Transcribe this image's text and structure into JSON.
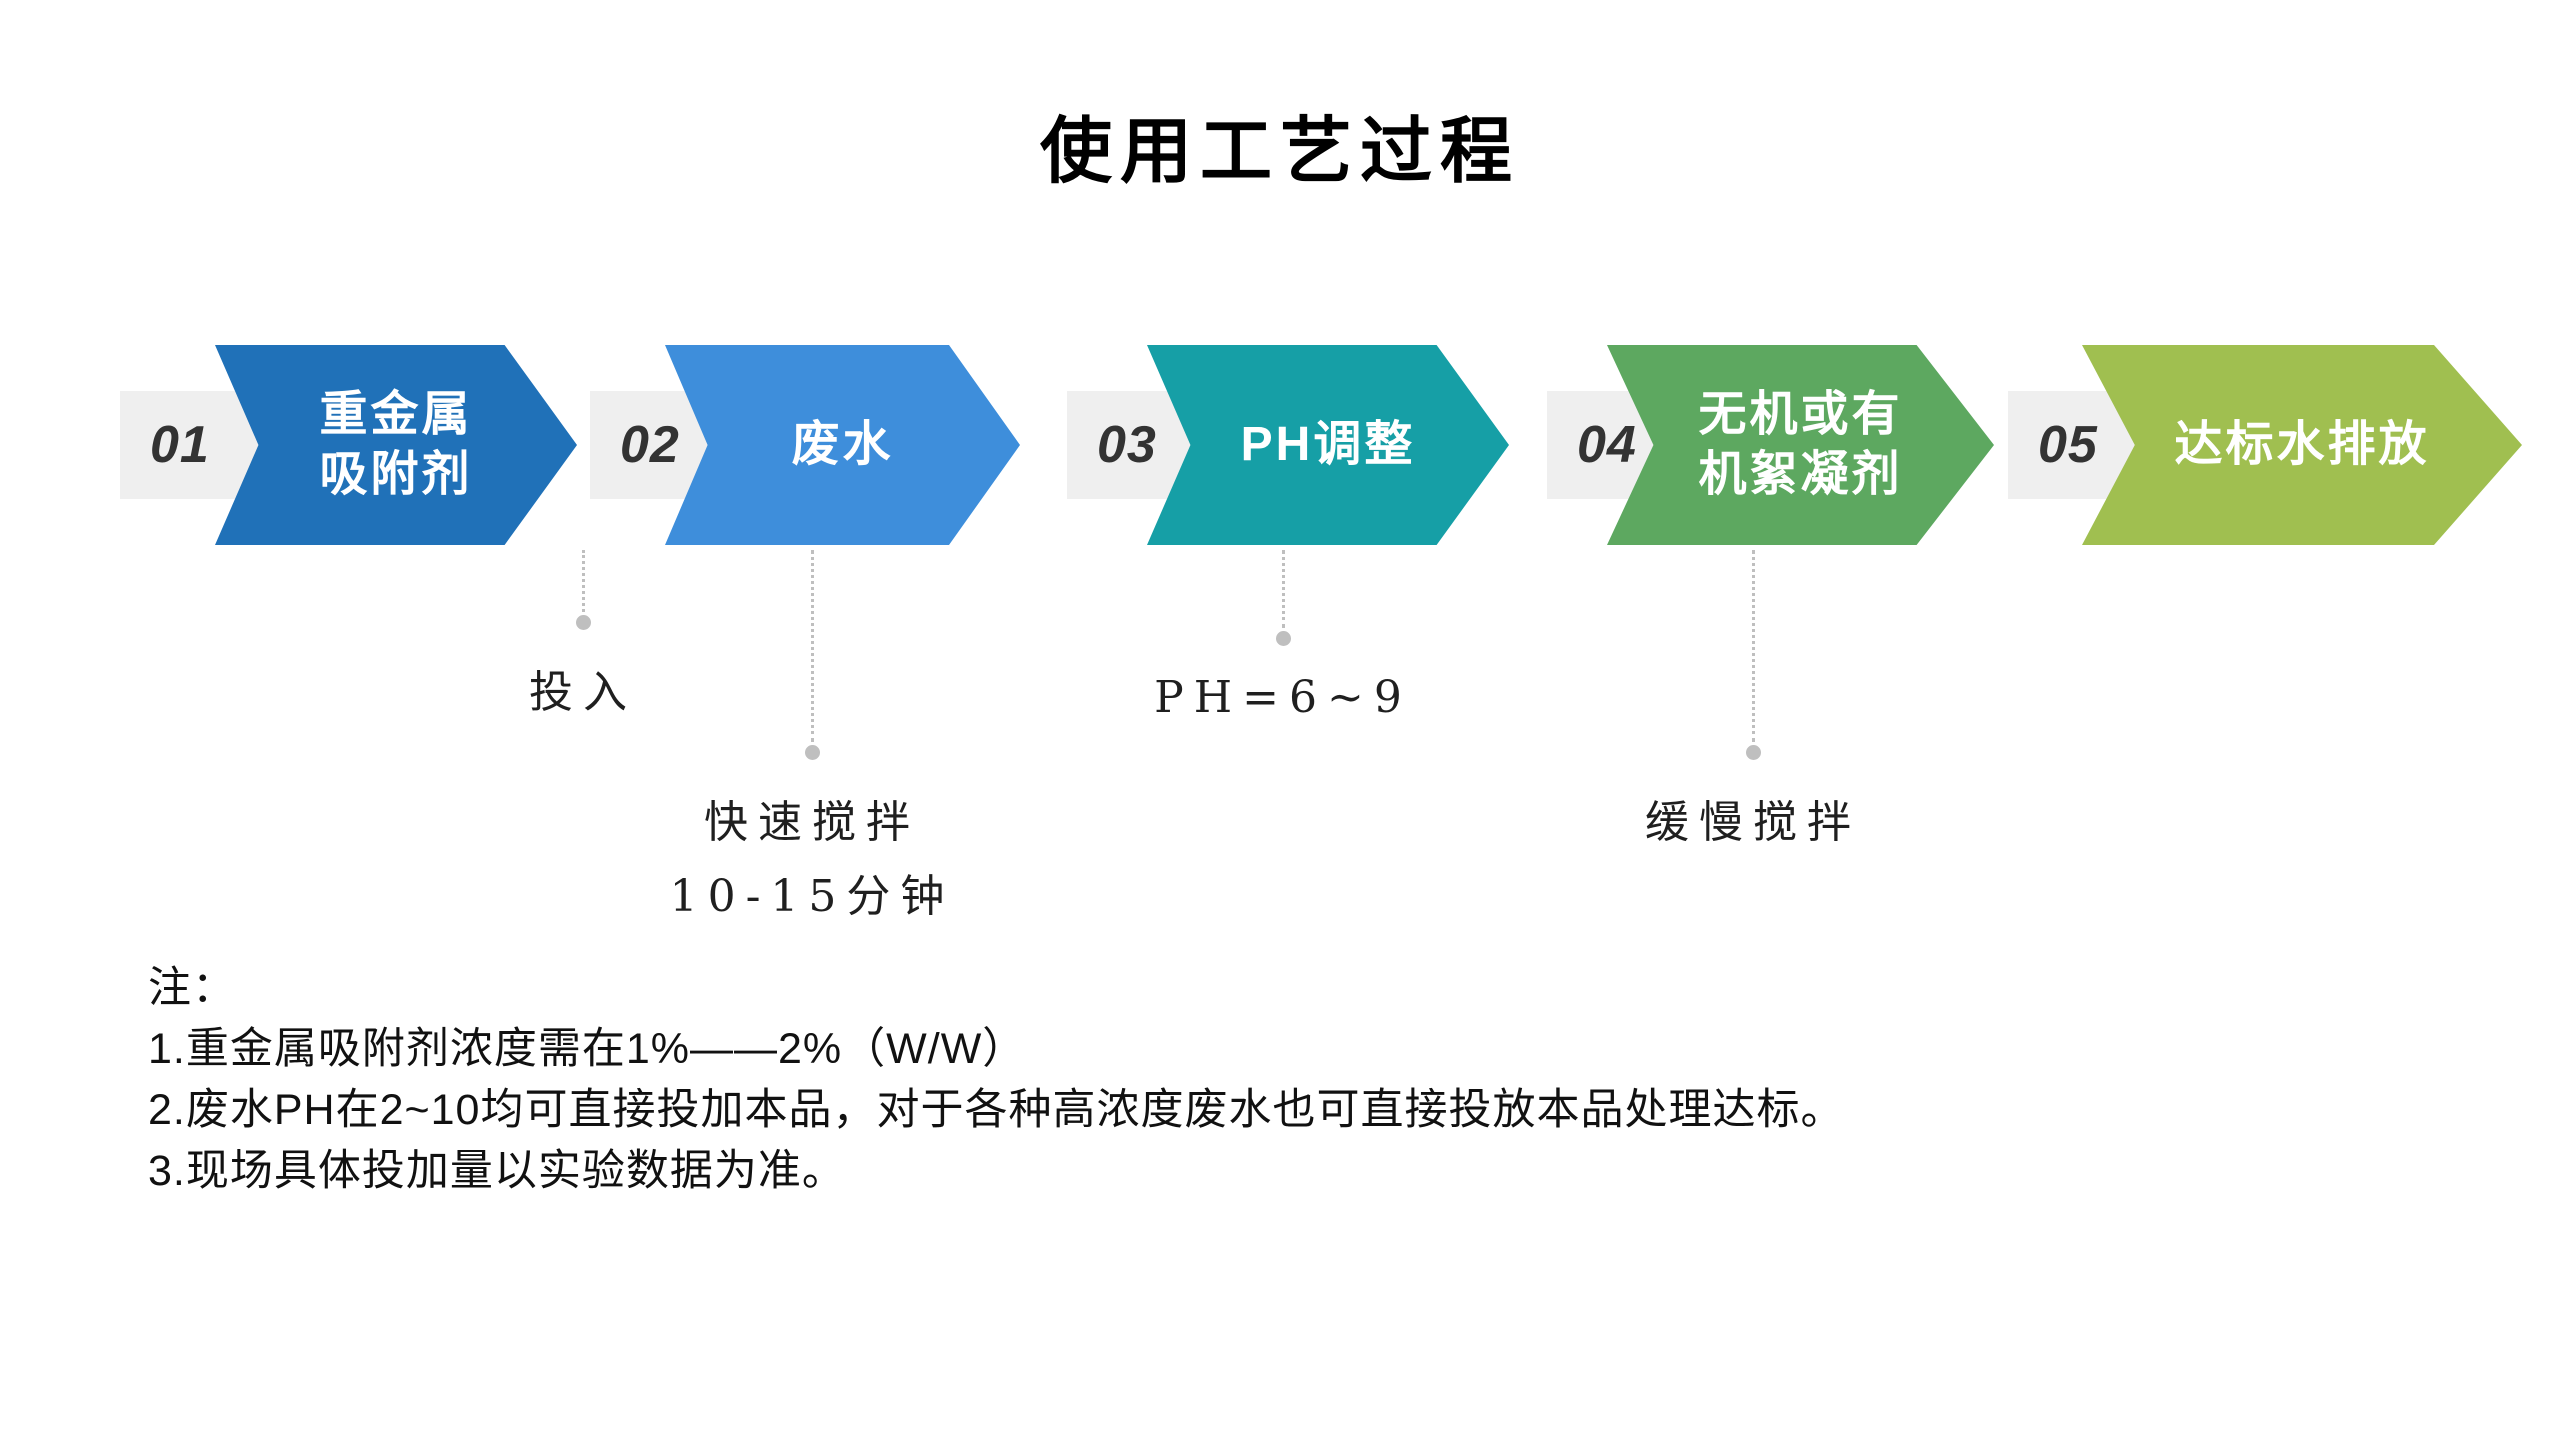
{
  "title": "使用工艺过程",
  "steps": [
    {
      "number": "01",
      "line1": "重金属",
      "line2": "吸附剂",
      "color": "#2071B8"
    },
    {
      "number": "02",
      "line1": "废水",
      "color": "#3E8EDB"
    },
    {
      "number": "03",
      "line1": "PH调整",
      "color": "#169FA6"
    },
    {
      "number": "04",
      "line1": "无机或有",
      "line2": "机絮凝剂",
      "color": "#5DA860"
    },
    {
      "number": "05",
      "line1": "达标水排放",
      "color": "#A0BF50"
    }
  ],
  "annotations": [
    {
      "label": "投入"
    },
    {
      "label": "快速搅拌",
      "label2": "10-15分钟"
    },
    {
      "label": "PH=6~9"
    },
    {
      "label": "缓慢搅拌"
    }
  ],
  "notes": {
    "heading": "注：",
    "items": [
      "1.重金属吸附剂浓度需在1%——2%（W/W）",
      "2.废水PH在2~10均可直接投加本品，对于各种高浓度废水也可直接投放本品处理达标。",
      "3.现场具体投加量以实验数据为准。"
    ]
  },
  "colors": {
    "tail_gray": "#EFEFEF",
    "connector_gray": "#BFBFBF",
    "title_color": "#000000"
  }
}
